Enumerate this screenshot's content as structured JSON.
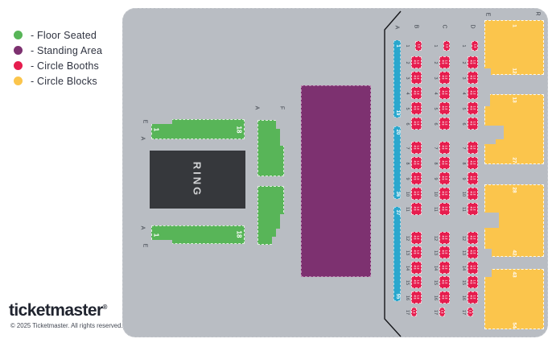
{
  "legend": {
    "items": [
      {
        "name": "floor-seated",
        "label": "- Floor Seated",
        "color_key": "floor"
      },
      {
        "name": "standing-area",
        "label": "- Standing Area",
        "color_key": "standing"
      },
      {
        "name": "circle-booths",
        "label": "- Circle Booths",
        "color_key": "booth"
      },
      {
        "name": "circle-blocks",
        "label": "- Circle Blocks",
        "color_key": "block"
      }
    ]
  },
  "footer": {
    "logo_text": "ticketmaster",
    "logo_reg": "®",
    "copyright": "© 2025 Ticketmaster. All rights reserved."
  },
  "floor": {
    "top_row_label_outer": "E",
    "top_row_label_inner": "A",
    "bottom_row_label_inner": "A",
    "bottom_row_label_outer": "E",
    "seat_first": "1",
    "seat_last": "18",
    "step_label_left": "A",
    "step_label_right": "F",
    "ring_label": "RING"
  },
  "circle": {
    "bar_label": "A",
    "bar_segments": [
      {
        "first": "1",
        "last": "19"
      },
      {
        "first": "20",
        "last": "36"
      },
      {
        "first": "37",
        "last": "55"
      }
    ],
    "booth_column_labels": [
      "B",
      "C",
      "D"
    ],
    "booth_row_groups": [
      [
        1,
        2,
        3,
        4,
        5,
        6
      ],
      [
        7,
        8,
        9,
        10,
        11
      ],
      [
        12,
        13,
        14,
        15,
        16,
        17
      ]
    ],
    "half_booth_rows": [
      1,
      17
    ],
    "booth_seat_lines": [
      "1 2",
      "4 3"
    ],
    "booth_seat_lines_half": [
      "1 2"
    ],
    "block_labels_left": "E",
    "block_labels_right": "R",
    "blocks": [
      {
        "first": "1",
        "last": "12"
      },
      {
        "first": "13",
        "last": "27"
      },
      {
        "first": "28",
        "last": "42"
      },
      {
        "first": "43",
        "last": "54"
      }
    ]
  },
  "colors": {
    "floor": "#58b558",
    "standing": "#7d3170",
    "booth": "#e61d4e",
    "block": "#fbc54c",
    "bar": "#2aa7cd",
    "ring": "#36383c",
    "map_bg": "#b9bdc3",
    "label": "#3a4048",
    "logo": "#20242f"
  }
}
